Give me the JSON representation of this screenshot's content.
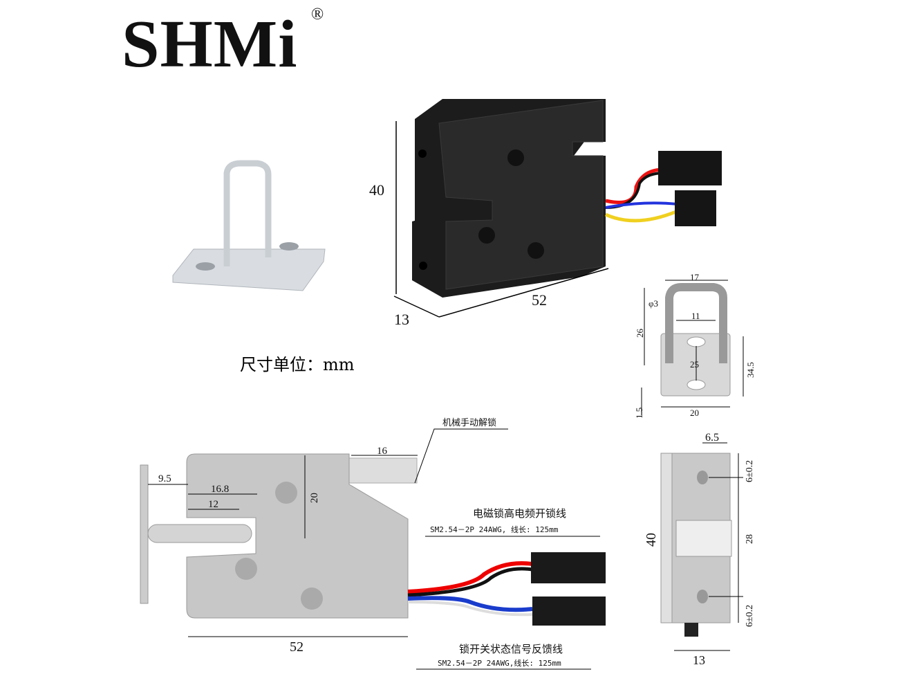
{
  "brand": {
    "name": "SHMi",
    "registered": "®"
  },
  "unit_label": "尺寸单位：mm",
  "product_view": {
    "height": "40",
    "width": "52",
    "depth": "13"
  },
  "strike_plate_dims": {
    "width_top": "17",
    "rod_diameter": "φ3",
    "inner": "11",
    "height": "26",
    "hole_spacing": "25",
    "plate_height": "34.5",
    "thickness": "1.5",
    "plate_width": "20"
  },
  "side_view_dims": {
    "offset": "9.5",
    "d1": "16.8",
    "d2": "12",
    "d3": "20",
    "pin": "16",
    "length": "52"
  },
  "end_view_dims": {
    "hole_offset": "6.5",
    "top_tol": "6±0.2",
    "height": "40",
    "mid": "28",
    "bottom_tol": "6±0.2",
    "depth": "13"
  },
  "callouts": {
    "manual_unlock": "机械手动解锁",
    "unlock_wire": "电磁锁高电频开锁线",
    "unlock_wire_spec": "SM2.54－2P 24AWG, 线长: 125mm",
    "feedback_wire": "锁开关状态信号反馈线",
    "feedback_wire_spec": "SM2.54－2P 24AWG,线长: 125mm"
  }
}
